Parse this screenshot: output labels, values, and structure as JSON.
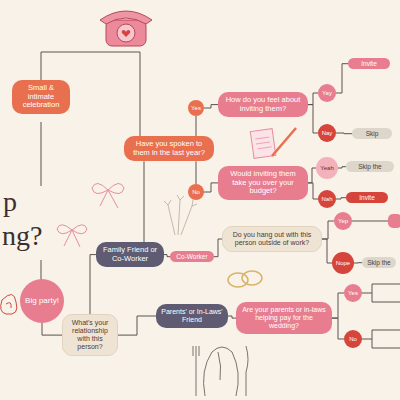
{
  "diagram": {
    "nodes": [
      {
        "text": [
          "Small & intimate celebration"
        ]
      },
      {
        "text": [
          "Have you spoken to them in the last year?"
        ]
      },
      {
        "text": [
          "How do you feel about inviting them?"
        ]
      },
      {
        "text": [
          "Yes"
        ]
      },
      {
        "text": [
          "No"
        ]
      },
      {
        "text": [
          "Would inviting them take you over your budget?"
        ]
      },
      {
        "text": [
          "Yay"
        ]
      },
      {
        "text": [
          "Nay"
        ]
      },
      {
        "text": [
          "Invite"
        ]
      },
      {
        "text": [
          "Skip"
        ]
      },
      {
        "text": [
          "Yeah"
        ]
      },
      {
        "text": [
          "Skip the"
        ]
      },
      {
        "text": [
          "Nah"
        ]
      },
      {
        "text": [
          "Invite"
        ]
      },
      {
        "text": [
          "Big party!"
        ]
      },
      {
        "text": [
          "What's your relationship with this person?"
        ]
      },
      {
        "text": [
          "Family Friend or Co-Worker"
        ]
      },
      {
        "text": [
          "Co-Worker"
        ]
      },
      {
        "text": [
          "Do you hang out with this person outside of work?"
        ]
      },
      {
        "text": [
          "Yep"
        ]
      },
      {
        "text": [
          "Nope"
        ]
      },
      {
        "text": [
          "Skip the"
        ]
      },
      {
        "text": [
          "Parents' or In-Laws' Friend"
        ]
      },
      {
        "text": [
          "Are your parents or in-laws helping pay for the wedding?"
        ]
      },
      {
        "text": [
          "Yes"
        ]
      },
      {
        "text": [
          "No"
        ]
      }
    ],
    "edges": [
      {
        "from": 0,
        "to": 1,
        "arrow": "none"
      },
      {
        "from": 1,
        "to": 3,
        "arrow": "none"
      },
      {
        "from": 3,
        "to": 2,
        "arrow": "none"
      },
      {
        "from": 1,
        "to": 4,
        "arrow": "none"
      },
      {
        "from": 4,
        "to": 5,
        "arrow": "none"
      },
      {
        "from": 2,
        "to": 6,
        "arrow": "none"
      },
      {
        "from": 2,
        "to": 7,
        "arrow": "none"
      },
      {
        "from": 6,
        "to": 8,
        "arrow": "none"
      },
      {
        "from": 7,
        "to": 9,
        "arrow": "none"
      },
      {
        "from": 5,
        "to": 10,
        "arrow": "none"
      },
      {
        "from": 5,
        "to": 12,
        "arrow": "none"
      },
      {
        "from": 10,
        "to": 11,
        "arrow": "none"
      },
      {
        "from": 12,
        "to": 13,
        "arrow": "none"
      },
      {
        "from": 1,
        "to": 16,
        "arrow": "none"
      },
      {
        "from": 14,
        "to": 15,
        "arrow": "none"
      },
      {
        "from": 15,
        "to": 16,
        "arrow": "none"
      },
      {
        "from": 16,
        "to": 17,
        "arrow": "none"
      },
      {
        "from": 17,
        "to": 18,
        "arrow": "none"
      },
      {
        "from": 18,
        "to": 19,
        "arrow": "none"
      },
      {
        "from": 18,
        "to": 20,
        "arrow": "none"
      },
      {
        "from": 20,
        "to": 21,
        "arrow": "none"
      },
      {
        "from": 15,
        "to": 22,
        "arrow": "none"
      },
      {
        "from": 22,
        "to": 23,
        "arrow": "none"
      },
      {
        "from": 23,
        "to": 24,
        "arrow": "none"
      },
      {
        "from": 23,
        "to": 25,
        "arrow": "none"
      }
    ],
    "labels": [
      "p",
      "ng?"
    ]
  }
}
